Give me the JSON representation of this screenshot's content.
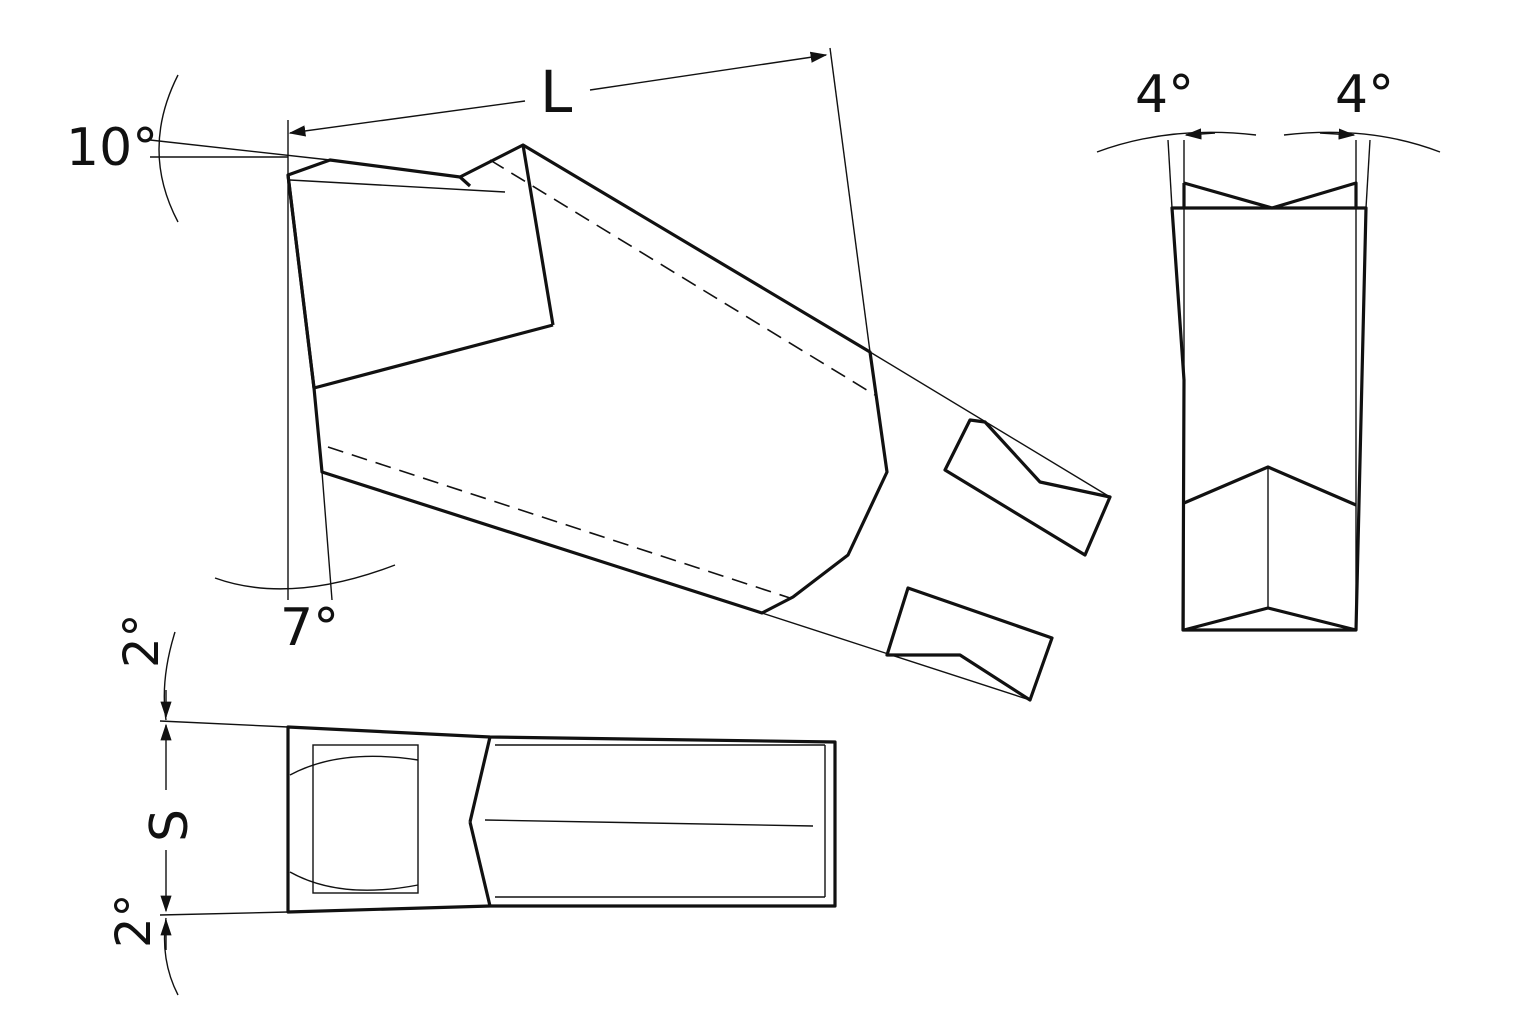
{
  "drawing": {
    "labels": {
      "length": "L",
      "top_angle": "10°",
      "bottom_angle": "7°",
      "right_angle_left": "4°",
      "right_angle_right": "4°",
      "side_angle_top": "2°",
      "thickness": "S",
      "side_angle_bottom": "2°"
    }
  }
}
